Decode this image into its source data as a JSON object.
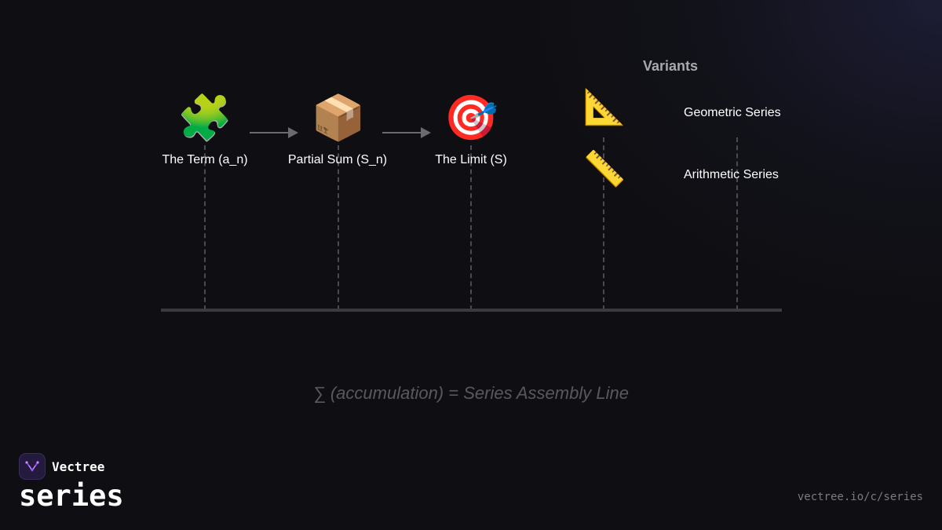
{
  "diagram": {
    "stages": [
      {
        "icon": "🧩",
        "icon_name": "puzzle-piece-icon",
        "label": "The Term (a_n)"
      },
      {
        "icon": "📦",
        "icon_name": "package-icon",
        "label": "Partial Sum (S_n)"
      },
      {
        "icon": "🎯",
        "icon_name": "target-icon",
        "label": "The Limit (S)"
      }
    ],
    "variants": {
      "title": "Variants",
      "items": [
        {
          "icon": "📐",
          "icon_name": "triangular-ruler-icon",
          "label": "Geometric Series"
        },
        {
          "icon": "📏",
          "icon_name": "straight-ruler-icon",
          "label": "Arithmetic Series"
        }
      ]
    },
    "formula": "∑ (accumulation) = Series Assembly Line"
  },
  "brand": {
    "name": "Vectree",
    "topic": "series",
    "url": "vectree.io/c/series"
  },
  "colors": {
    "background": "#0f0f13",
    "baseline": "#3a3a3f",
    "arrow": "#6a6a70",
    "formula": "#58585e",
    "logo_accent": "#9b4dff"
  }
}
